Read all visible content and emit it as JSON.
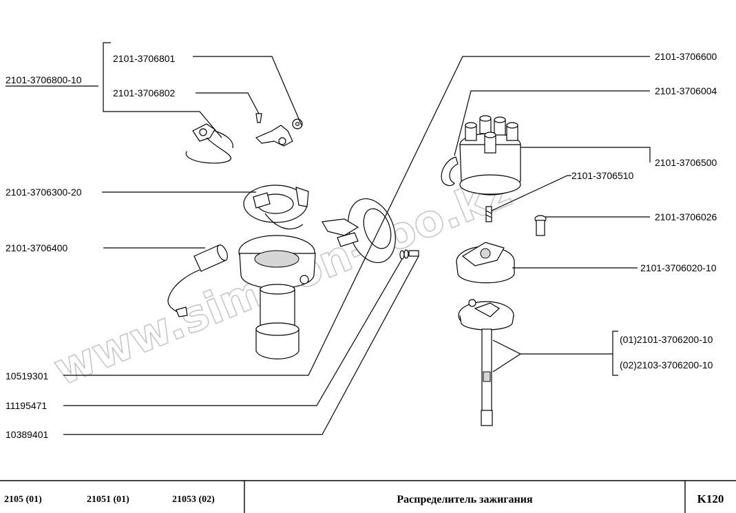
{
  "watermark": "www.simhon-too.kz",
  "labels": {
    "assembly_group": "2101-3706800-10",
    "contact_plate": "2101-3706801",
    "contact_screw": "2101-3706802",
    "breaker_plate": "2101-3706300-20",
    "capacitor": "2101-3706400",
    "bolt_1": "10519301",
    "washer": "11195471",
    "bolt_2": "10389401",
    "vacuum_corrector": "2101-3706600",
    "cap_clip": "2101-3706004",
    "distributor_cap": "2101-3706500",
    "carbon_contact": "2101-3706510",
    "cap_screw": "2101-3706026",
    "rotor": "2101-3706020-10",
    "shaft_variant_1": "(01)2101-3706200-10",
    "shaft_variant_2": "(02)2103-3706200-10"
  },
  "footer": {
    "models": [
      "2105 (01)",
      "21051 (01)",
      "21053 (02)"
    ],
    "title": "Распределитель зажигания",
    "code": "K120"
  }
}
